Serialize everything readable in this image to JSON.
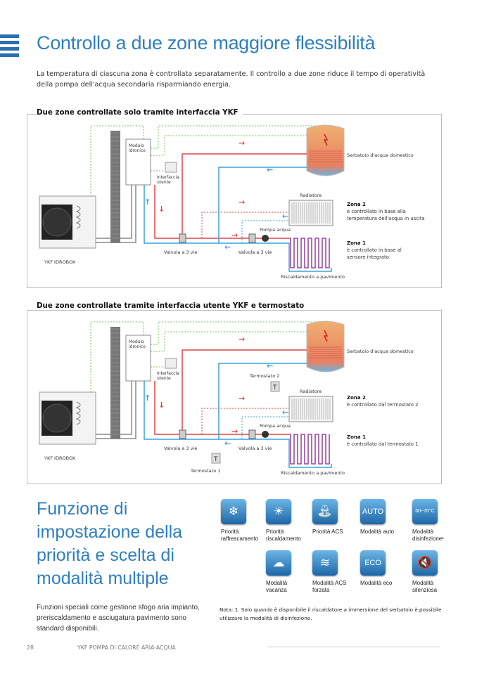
{
  "header": {
    "title": "Controllo a due zone maggiore flessibilità",
    "intro": "La temperatura di ciascuna zona è controllata separatamente. Il controllo a due zone riduce il tempo di operatività della pompa dell'acqua secondaria risparmiando energia."
  },
  "diagrams": [
    {
      "title": "Due zone controllate solo tramite interfaccia YKF",
      "outdoor_unit": "YKF IDROBOX",
      "module": [
        "Modulo",
        "idronico"
      ],
      "interface": [
        "Interfaccia",
        "utente"
      ],
      "tank": "Serbatoio d'acqua domestico",
      "radiator": "Radiatore",
      "pump": "Pompa acqua",
      "valve_left": "Valvola a 3 vie",
      "valve_right": "Valvola a 3 vie",
      "floor": "Riscaldamento a pavimento",
      "zone2_title": "Zona 2",
      "zone2_text": [
        "è controllato in base alla",
        "temperatura dell'acqua in uscita"
      ],
      "zone1_title": "Zona 1",
      "zone1_text": [
        "è controllato in base al",
        "sensore integrato"
      ]
    },
    {
      "title": "Due zone controllate tramite interfaccia utente YKF e termostato",
      "outdoor_unit": "YKF IDROBOX",
      "module": [
        "Modulo",
        "idronico"
      ],
      "interface": [
        "Interfaccia",
        "utente"
      ],
      "tank": "Serbatoio d'acqua domestico",
      "radiator": "Radiatore",
      "pump": "Pompa acqua",
      "valve_left": "Valvola a 3 vie",
      "valve_right": "Valvola a 3 vie",
      "floor": "Riscaldamento a pavimento",
      "thermostat2": "Termostato 2",
      "thermostat1": "Termostato 1",
      "thermostat_glyph": "T",
      "zone2_title": "Zona 2",
      "zone2_text": [
        "è controllato dal termostato 2"
      ],
      "zone1_title": "Zona 1",
      "zone1_text": [
        "è controllato dal termostato 1"
      ]
    }
  ],
  "priority": {
    "heading": [
      "Funzione di",
      "impostazione della",
      "priorità e scelta di",
      "modalità multiple"
    ],
    "features": "Funzioni speciali come gestione sfogo aria impianto, preriscaldamento e asciugatura pavimento sono standard disponibili.",
    "icons": [
      {
        "icon": "snowflake-icon",
        "glyph": "❄",
        "label": "Priorità raffrescamento"
      },
      {
        "icon": "sun-icon",
        "glyph": "☀",
        "label": "Priorità riscaldamento"
      },
      {
        "icon": "faucet-icon",
        "glyph": "⛲",
        "label": "Priorità ACS"
      },
      {
        "icon": "auto-icon",
        "glyph": "AUTO",
        "label": "Modalità auto"
      },
      {
        "icon": "thermometer-icon",
        "glyph": "60~70°C",
        "label": "Modalità disinfezione¹"
      },
      {
        "icon": "holiday-icon",
        "glyph": "☁",
        "label": "Modalità vacanza"
      },
      {
        "icon": "forced-dhw-icon",
        "glyph": "≋",
        "label": "Modalità ACS forzata"
      },
      {
        "icon": "eco-icon",
        "glyph": "ECO",
        "label": "Modalità eco"
      },
      {
        "icon": "silent-icon",
        "glyph": "🔇",
        "label": "Modalità silenziosa"
      }
    ],
    "note": "Nota: 1. Solo quando è disponibile il riscaldatore a immersione del serbatoio è possibile utilizzare la modalità di disinfezione."
  },
  "footer": {
    "page": "28",
    "title": "YKF POMPA DI CALORE ARIA-ACQUA"
  },
  "colors": {
    "accent": "#2f7fc0",
    "hot": "#e0444a",
    "cold": "#3aa3d8",
    "signal": "#7cc36b"
  }
}
